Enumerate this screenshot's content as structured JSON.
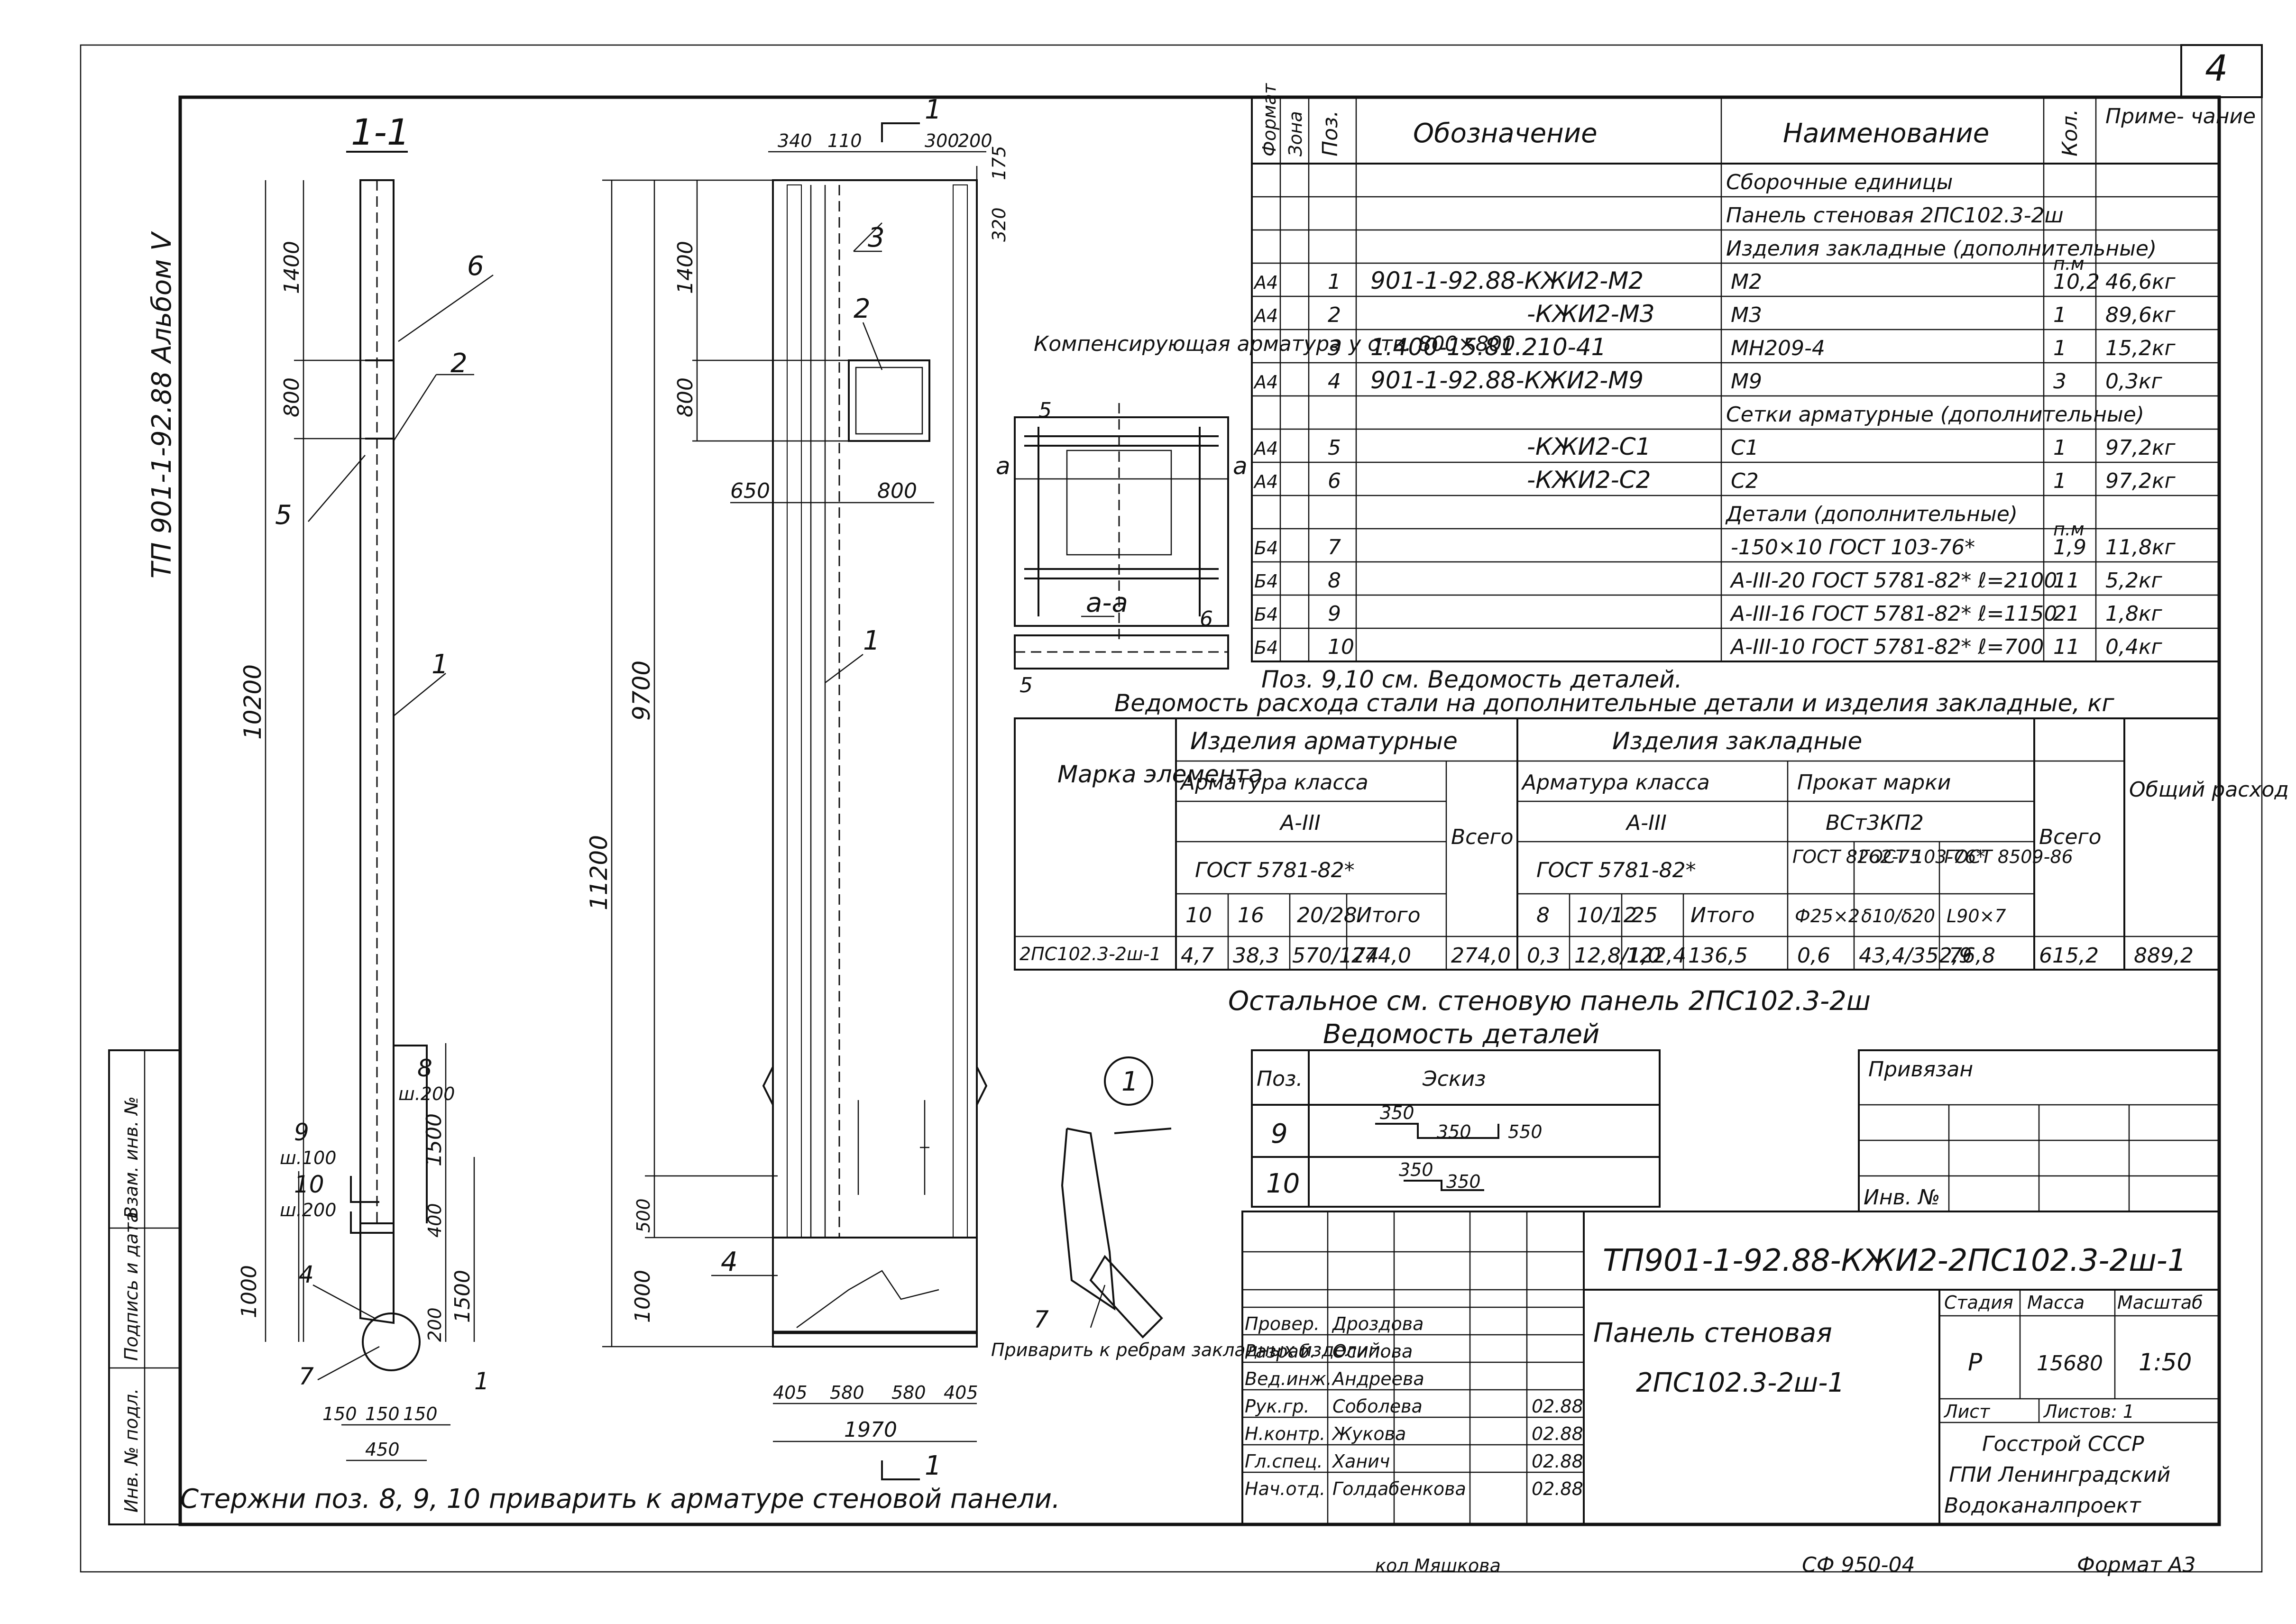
{
  "sheet": {
    "page_number": "4",
    "album": "ТП 901-1-92.88   Альбом V",
    "footer_left": "кол Мяшкова",
    "footer_mid": "СФ 950-04",
    "footer_right": "Формат А3",
    "bottom_note": "Стержни поз. 8, 9, 10 приварить к арматуре стеновой панели.",
    "side_stamp": [
      "Инв. № подл.",
      "Подпись и дата",
      "Взам. инв. №"
    ]
  },
  "views": {
    "section_title": "1-1",
    "section_dims": [
      "1400",
      "800",
      "10200",
      "1000",
      "1500",
      "1500",
      "400",
      "200"
    ],
    "section_callouts": [
      "6",
      "2",
      "5",
      "1",
      "8",
      "9",
      "10",
      "4",
      "7",
      "1"
    ],
    "section_bar_labels": [
      "ш.200",
      "ш.100",
      "ш.200"
    ],
    "section_bottom_dims": [
      "150",
      "150",
      "150",
      "450"
    ],
    "front_top_dims": [
      "340",
      "110",
      "300",
      "200",
      "175",
      "320"
    ],
    "front_dims": [
      "1400",
      "800",
      "9700",
      "11200",
      "650",
      "800",
      "500",
      "1000"
    ],
    "front_callouts": [
      "3",
      "2",
      "1",
      "4"
    ],
    "front_bottom_dims": [
      "405",
      "580",
      "580",
      "405",
      "1970"
    ],
    "section_marker": "1",
    "detail_title": "Компенсирующая арматура у отв. 800×800",
    "detail_section": "а-а",
    "detail_letters": [
      "а",
      "а",
      "5",
      "6",
      "5"
    ],
    "weld_note": "Приварить к ребрам закладных изделий.",
    "weld_callout": "7",
    "circle_mark": "1"
  },
  "spec": {
    "headers": [
      "Формат",
      "Зона",
      "Поз.",
      "Обозначение",
      "Наименование",
      "Кол.",
      "Приме- чание"
    ],
    "rows": [
      {
        "fmt": "",
        "pos": "",
        "designation": "",
        "name": "Сборочные единицы",
        "qty": "",
        "note": ""
      },
      {
        "fmt": "",
        "pos": "",
        "designation": "",
        "name": "Панель стеновая 2ПС102.3-2ш",
        "qty": "",
        "note": ""
      },
      {
        "fmt": "",
        "pos": "",
        "designation": "",
        "name": "Изделия закладные (дополнительные)",
        "qty": "",
        "note": ""
      },
      {
        "fmt": "А4",
        "pos": "1",
        "designation": "901-1-92.88-КЖИ2-М2",
        "name": "М2",
        "qty": "10,2",
        "note": "46,6кг"
      },
      {
        "fmt": "А4",
        "pos": "2",
        "designation": "-КЖИ2-М3",
        "name": "М3",
        "qty": "1",
        "note": "89,6кг"
      },
      {
        "fmt": "",
        "pos": "3",
        "designation": "1.400-15.81.210-41",
        "name": "МН209-4",
        "qty": "1",
        "note": "15,2кг"
      },
      {
        "fmt": "А4",
        "pos": "4",
        "designation": "901-1-92.88-КЖИ2-М9",
        "name": "М9",
        "qty": "3",
        "note": "0,3кг"
      },
      {
        "fmt": "",
        "pos": "",
        "designation": "",
        "name": "Сетки арматурные (дополнительные)",
        "qty": "",
        "note": ""
      },
      {
        "fmt": "А4",
        "pos": "5",
        "designation": "-КЖИ2-С1",
        "name": "С1",
        "qty": "1",
        "note": "97,2кг"
      },
      {
        "fmt": "А4",
        "pos": "6",
        "designation": "-КЖИ2-С2",
        "name": "С2",
        "qty": "1",
        "note": "97,2кг"
      },
      {
        "fmt": "",
        "pos": "",
        "designation": "",
        "name": "Детали (дополнительные)",
        "qty": "",
        "note": ""
      },
      {
        "fmt": "Б4",
        "pos": "7",
        "designation": "",
        "name": "-150×10 ГОСТ 103-76*",
        "qty": "1,9",
        "note": "11,8кг"
      },
      {
        "fmt": "Б4",
        "pos": "8",
        "designation": "",
        "name": "А-III-20 ГОСТ 5781-82* ℓ=2100",
        "qty": "11",
        "note": "5,2кг"
      },
      {
        "fmt": "Б4",
        "pos": "9",
        "designation": "",
        "name": "А-III-16 ГОСТ 5781-82* ℓ=1150",
        "qty": "21",
        "note": "1,8кг"
      },
      {
        "fmt": "Б4",
        "pos": "10",
        "designation": "",
        "name": "А-III-10 ГОСТ 5781-82* ℓ=700",
        "qty": "11",
        "note": "0,4кг"
      }
    ],
    "qty_units": [
      "п.м",
      "п.м"
    ],
    "footnote": "Поз. 9,10 см. Ведомость деталей."
  },
  "steel": {
    "title": "Ведомость расхода стали на дополнительные детали и изделия закладные, кг",
    "h_mark": "Марка элемента",
    "h_rebar_items": "Изделия арматурные",
    "h_embedded": "Изделия закладные",
    "h_rebar_class": "Арматура класса",
    "h_class_a3": "А-III",
    "h_gost": "ГОСТ 5781-82*",
    "h_rolled": "Прокат марки",
    "h_grade": "ВСт3КП2",
    "h_gost_a": "ГОСТ 8262-75",
    "h_gost_b": "ГОСТ 103-76*",
    "h_gost_c": "ГОСТ 8509-86",
    "h_total": "Всего",
    "h_grand": "Общий расход",
    "cols_a": [
      "10",
      "16",
      "20/28",
      "Итого"
    ],
    "cols_b": [
      "8",
      "10/12",
      "25",
      "Итого"
    ],
    "cols_c": [
      "Ф25×2",
      "δ10/δ20",
      "L90×7"
    ],
    "row_mark": "2ПС102.3-2ш-1",
    "row": [
      "4,7",
      "38,3",
      "570/174",
      "274,0",
      "274,0",
      "0,3",
      "12,8/1,0",
      "122,4",
      "136,5",
      "0,6",
      "43,4/352,9",
      "76,8",
      "615,2",
      "889,2"
    ],
    "note_other": "Остальное см. стеновую панель 2ПС102.3-2ш"
  },
  "details": {
    "title": "Ведомость деталей",
    "h_pos": "Поз.",
    "h_sketch": "Эскиз",
    "rows": [
      {
        "pos": "9",
        "dims": [
          "350",
          "350",
          "550"
        ]
      },
      {
        "pos": "10",
        "dims": [
          "350",
          "350"
        ]
      }
    ]
  },
  "bound": {
    "title": "Привязан",
    "inv": "Инв. №"
  },
  "title_block": {
    "code": "ТП901-1-92.88-КЖИ2-2ПС102.3-2ш-1",
    "name_1": "Панель стеновая",
    "name_2": "2ПС102.3-2ш-1",
    "stage_h": "Стадия",
    "mass_h": "Масса",
    "scale_h": "Масштаб",
    "stage": "Р",
    "mass": "15680",
    "scale": "1:50",
    "sheet": "Лист",
    "sheets": "Листов: 1",
    "org_1": "Госстрой СССР",
    "org_2": "ГПИ Ленинградский",
    "org_3": "Водоканалпроект",
    "signers": [
      {
        "role": "Провер.",
        "name": "Дроздова",
        "date": ""
      },
      {
        "role": "Разраб.",
        "name": "Осипова",
        "date": ""
      },
      {
        "role": "Вед.инж.",
        "name": "Андреева",
        "date": ""
      },
      {
        "role": "Рук.гр.",
        "name": "Соболева",
        "date": "02.88"
      },
      {
        "role": "Н.контр.",
        "name": "Жукова",
        "date": "02.88"
      },
      {
        "role": "Гл.спец.",
        "name": "Ханич",
        "date": "02.88"
      },
      {
        "role": "Нач.отд.",
        "name": "Голдабенкова",
        "date": "02.88"
      }
    ]
  }
}
